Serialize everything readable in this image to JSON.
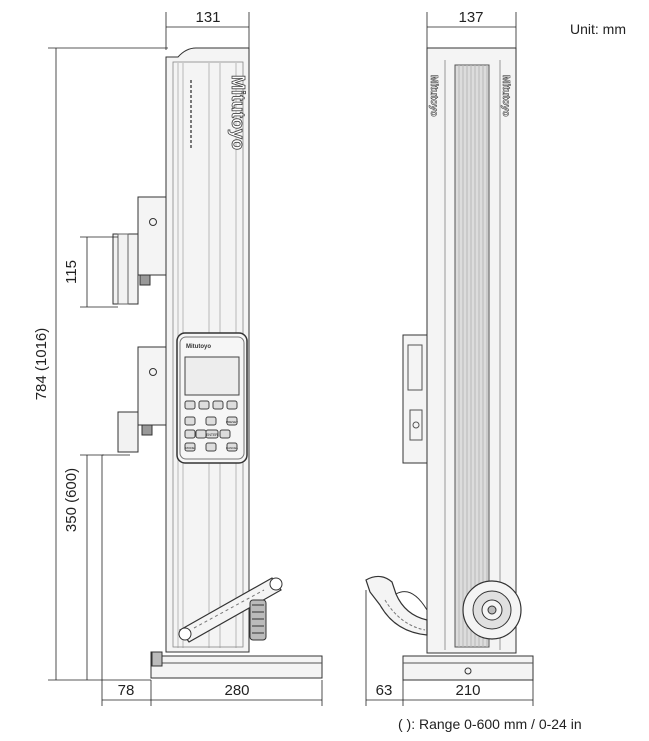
{
  "unit_label": "Unit: mm",
  "range_note": "(     ): Range 0-600 mm / 0-24 in",
  "dimensions": {
    "front_width": "131",
    "side_width": "137",
    "height_total": "784 (1016)",
    "slider_height": "115",
    "measuring_height": "350 (600)",
    "overhang_front": "78",
    "base_front": "280",
    "overhang_side": "63",
    "base_side": "210"
  },
  "brand": "Mitutoyo",
  "display_keys": [
    "ENTER",
    "PRESET",
    "MODE",
    "CANCEL"
  ]
}
